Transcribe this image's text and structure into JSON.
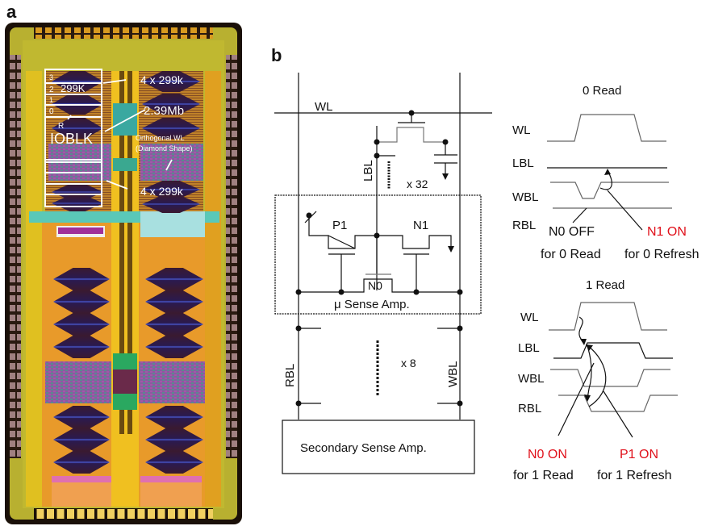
{
  "panels": {
    "a": {
      "label": "a"
    },
    "b": {
      "label": "b"
    }
  },
  "die_photo": {
    "annotations": {
      "bank_3": "3",
      "bank_2": "2",
      "bank_299K": "299K",
      "bank_1": "1",
      "bank_0": "0",
      "redundancy": "R",
      "ioblk": "IOBLK",
      "top_array": "4 x 299k",
      "total": "2.39Mb",
      "orthogonal_wl_1": "Orthogonal WL",
      "orthogonal_wl_2": "(Diamond Shape)",
      "bottom_array": "4 x 299k"
    },
    "colors": {
      "die_yellow": "#e8c21a",
      "die_orange": "#e89a2a",
      "array_dark": "#3a1a3a",
      "array_blue": "#3a3aa8",
      "cyan": "#5ad0c8",
      "magenta": "#b0409a",
      "pad_border": "#1a1008"
    }
  },
  "circuit": {
    "labels": {
      "wl": "WL",
      "lbl": "LBL",
      "x32": "x 32",
      "p1": "P1",
      "n1": "N1",
      "n0": "N0",
      "sense_amp": "μ Sense Amp.",
      "rbl": "RBL",
      "wbl": "WBL",
      "x8": "x 8",
      "secondary": "Secondary Sense Amp."
    }
  },
  "timing": {
    "zero_read": {
      "title": "0 Read",
      "signals": [
        "WL",
        "LBL",
        "WBL",
        "RBL"
      ],
      "note_black_1": "N0 OFF",
      "note_black_2": "for 0 Read",
      "note_red_1": "N1 ON",
      "note_red_2": "for 0 Refresh"
    },
    "one_read": {
      "title": "1 Read",
      "signals": [
        "WL",
        "LBL",
        "WBL",
        "RBL"
      ],
      "note_red_left": "N0 ON",
      "note_black_left": "for 1 Read",
      "note_red_right": "P1 ON",
      "note_black_right": "for 1 Refresh"
    },
    "accent_red": "#e0101a"
  }
}
